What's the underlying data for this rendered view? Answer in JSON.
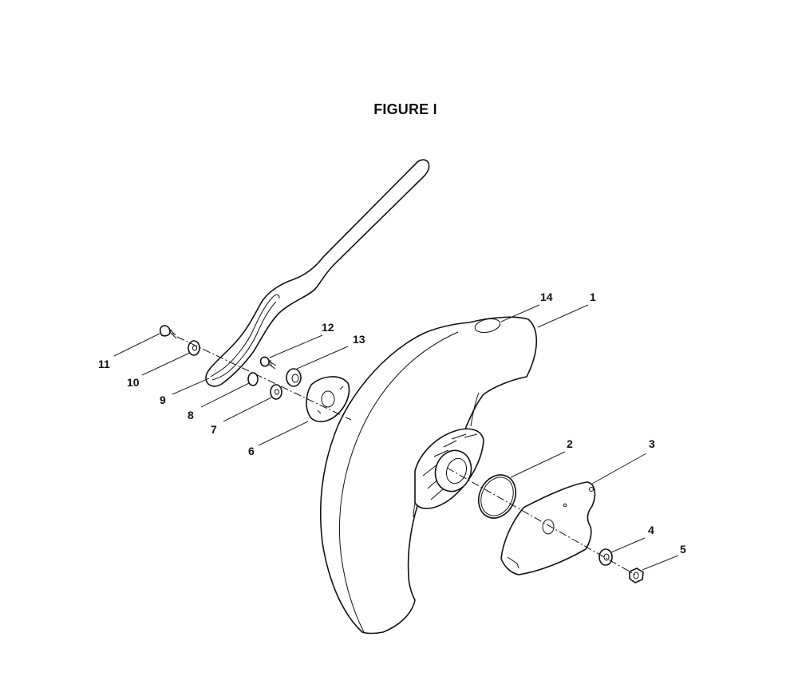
{
  "figure": {
    "title": "FIGURE I"
  },
  "callouts": [
    {
      "id": "1",
      "label": "1"
    },
    {
      "id": "2",
      "label": "2"
    },
    {
      "id": "3",
      "label": "3"
    },
    {
      "id": "4",
      "label": "4"
    },
    {
      "id": "5",
      "label": "5"
    },
    {
      "id": "6",
      "label": "6"
    },
    {
      "id": "7",
      "label": "7"
    },
    {
      "id": "8",
      "label": "8"
    },
    {
      "id": "9",
      "label": "9"
    },
    {
      "id": "10",
      "label": "10"
    },
    {
      "id": "11",
      "label": "11"
    },
    {
      "id": "12",
      "label": "12"
    },
    {
      "id": "13",
      "label": "13"
    },
    {
      "id": "14",
      "label": "14"
    }
  ]
}
